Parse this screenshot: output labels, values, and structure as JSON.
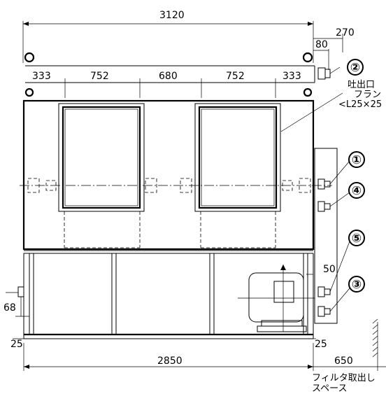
{
  "dimensions": {
    "overall_width": "3120",
    "right_offset": "270",
    "right_small": "80",
    "seg_left": "333",
    "seg_a": "752",
    "seg_mid": "680",
    "seg_b": "752",
    "seg_right": "333",
    "bottom_width": "2850",
    "filter_space": "650",
    "left_68": "68",
    "foot_left": "25",
    "foot_right": "25",
    "motor_gap": "50"
  },
  "markers": [
    "①",
    "②",
    "③",
    "④",
    "⑤"
  ],
  "notes": {
    "outlet_flange": [
      "吐出口",
      "フラン",
      "<L25×25"
    ],
    "filter_space": [
      "フィルタ取出し",
      "スペース"
    ]
  }
}
